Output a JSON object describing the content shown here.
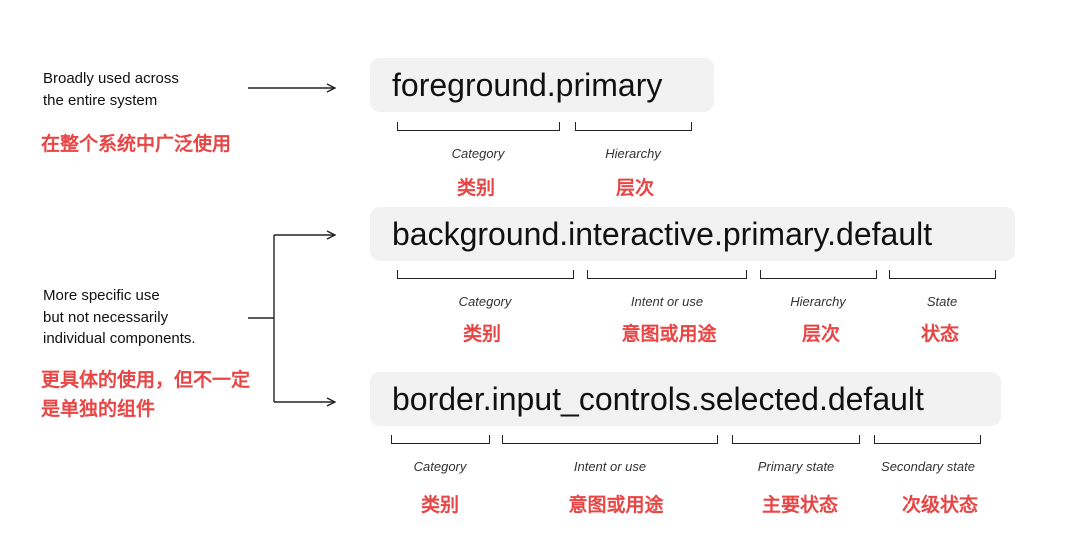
{
  "left": {
    "broad": {
      "line1": "Broadly used across",
      "line2": "the entire system",
      "cn": "在整个系统中广泛使用"
    },
    "specific": {
      "line1": "More specific use",
      "line2": "but not necessarily",
      "line3": "individual components.",
      "cn1": "更具体的使用，但不一定",
      "cn2": "是单独的组件"
    }
  },
  "tokens": [
    {
      "name": "foreground.primary",
      "segments": [
        {
          "label": "Category",
          "cn": "类别"
        },
        {
          "label": "Hierarchy",
          "cn": "层次"
        }
      ]
    },
    {
      "name": "background.interactive.primary.default",
      "segments": [
        {
          "label": "Category",
          "cn": "类别"
        },
        {
          "label": "Intent or use",
          "cn": "意图或用途"
        },
        {
          "label": "Hierarchy",
          "cn": "层次"
        },
        {
          "label": "State",
          "cn": "状态"
        }
      ]
    },
    {
      "name": "border.input_controls.selected.default",
      "segments": [
        {
          "label": "Category",
          "cn": "类别"
        },
        {
          "label": "Intent or use",
          "cn": "意图或用途"
        },
        {
          "label": "Primary state",
          "cn": "主要状态"
        },
        {
          "label": "Secondary state",
          "cn": "次级状态"
        }
      ]
    }
  ],
  "colors": {
    "accent_red": "#e84545",
    "token_bg": "#f2f2f2",
    "text": "#111111"
  }
}
